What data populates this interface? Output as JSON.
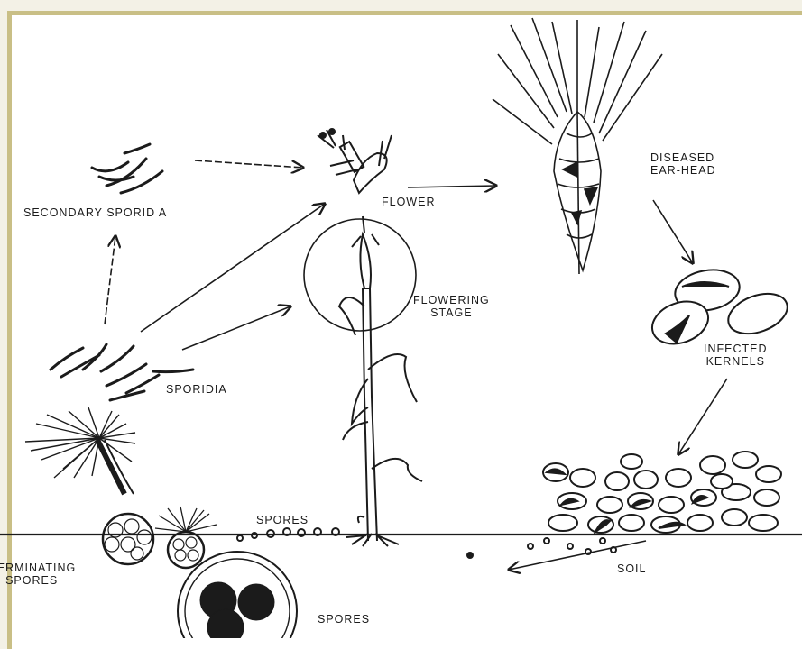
{
  "labels": {
    "secondary_sporidia": "SECONDARY SPORID A",
    "flower": "FLOWER",
    "diseased_line1": "DISEASED",
    "diseased_line2": "EAR-HEAD",
    "flowering_line1": "FLOWERING",
    "flowering_line2": "STAGE",
    "infected_line1": "INFECTED",
    "infected_line2": "KERNELS",
    "sporidia": "SPORIDIA",
    "spores_ground": "SPORES",
    "germinating_line1": "GERMINATING",
    "germinating_line2": "SPORES",
    "soil": "SOIL",
    "spores_bottom": "SPORES"
  },
  "colors": {
    "frame": "#c9bf86",
    "ink": "#1b1b1b",
    "background": "#ffffff"
  }
}
